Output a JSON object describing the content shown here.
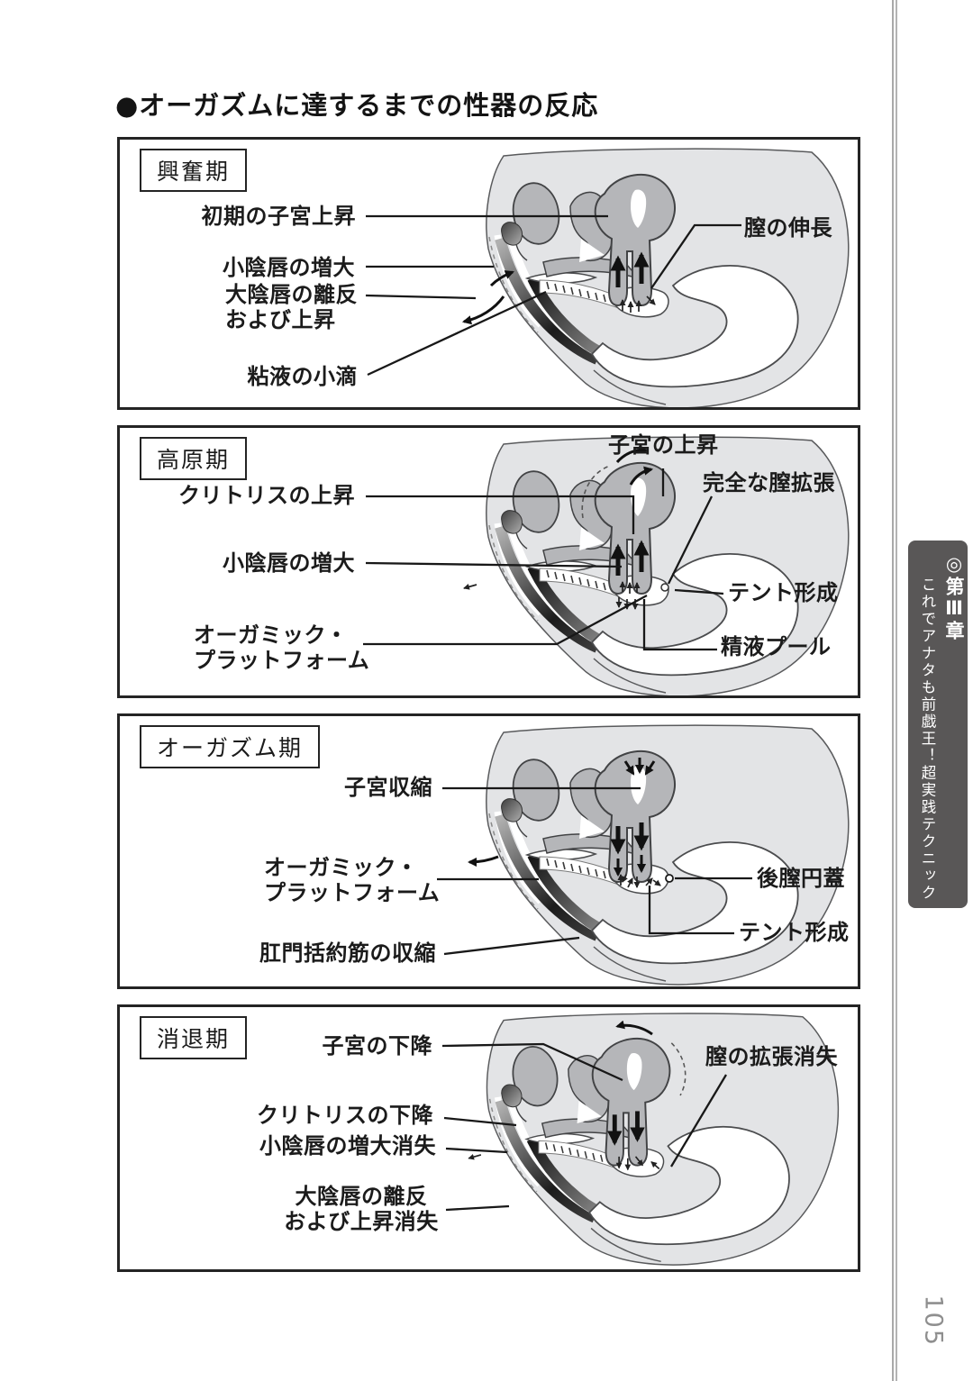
{
  "page": {
    "title": "●オーガズムに達するまでの性器の反応",
    "page_number": "105",
    "sidebar": {
      "chapter": "◎第Ⅲ章",
      "subtitle": "これでアナタも前戯王！超実践テクニック"
    },
    "panels": [
      {
        "phase": "興奮期",
        "labels": {
          "uterus": "初期の子宮上昇",
          "labia_minora": "小陰唇の増大",
          "labia_majora": "大陰唇の離反\nおよび上昇",
          "mucus": "粘液の小滴",
          "vagina": "膣の伸長"
        }
      },
      {
        "phase": "高原期",
        "labels": {
          "clitoris": "クリトリスの上昇",
          "labia_minora": "小陰唇の増大",
          "platform": "オーガミック・\nプラットフォーム",
          "uterus": "子宮の上昇",
          "expansion": "完全な膣拡張",
          "tenting": "テント形成",
          "pool": "精液プール"
        }
      },
      {
        "phase": "オーガズム期",
        "labels": {
          "uterus": "子宮収縮",
          "platform": "オーガミック・\nプラットフォーム",
          "sphincter": "肛門括約筋の収縮",
          "fornix": "後膣円蓋",
          "tenting": "テント形成"
        }
      },
      {
        "phase": "消退期",
        "labels": {
          "uterus": "子宮の下降",
          "clitoris": "クリトリスの下降",
          "labia_minora": "小陰唇の増大消失",
          "labia_majora": "大陰唇の離反\nおよび上昇消失",
          "vagina": "膣の拡張消失"
        }
      }
    ],
    "colors": {
      "ink": "#1b1b1b",
      "body_fill": "#e3e4e6",
      "organ_fill": "#b5b6b9",
      "tab_bg": "#595757",
      "page_number_color": "#8f8f8f"
    }
  }
}
